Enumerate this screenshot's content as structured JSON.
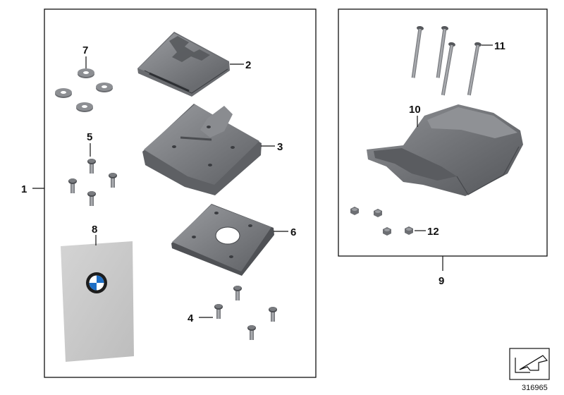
{
  "diagram": {
    "colors": {
      "part_dark": "#5e6064",
      "part_mid": "#7d7f83",
      "part_light": "#a3a5a9",
      "sticker": "#c8c8c8",
      "bmw_blue": "#1f6fc5",
      "line": "#111111"
    },
    "callouts": {
      "c1": "1",
      "c2": "2",
      "c3": "3",
      "c4": "4",
      "c5": "5",
      "c6": "6",
      "c7": "7",
      "c8": "8",
      "c9": "9",
      "c10": "10",
      "c11": "11",
      "c12": "12"
    },
    "diagram_number": "316965",
    "icons": {
      "sticker_logo": "bmw-logo-icon",
      "nav": "arrow-symbol-icon"
    }
  }
}
